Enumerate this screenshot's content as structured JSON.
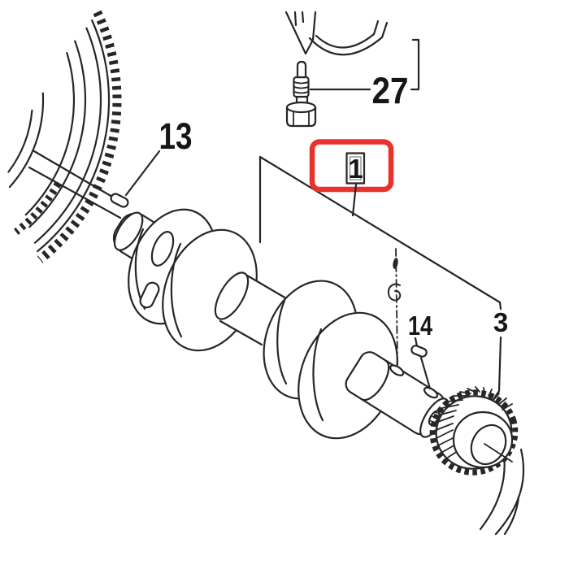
{
  "page": {
    "background": "#ffffff",
    "kind": "engine-parts-catalog-diagram",
    "subject": "Crankshaft assembly exploded line drawing with numbered callouts"
  },
  "diagram": {
    "ink_color": "#262626",
    "callouts": {
      "crankshaft": {
        "label": "1",
        "highlighted": true,
        "points_to": "crankshaft assembly"
      },
      "flywheel_key": {
        "label": "13",
        "points_to": "key at flywheel end of crankshaft"
      },
      "rod_bolt": {
        "label": "27",
        "points_to": "connecting rod bolt"
      },
      "gear_key": {
        "label": "14",
        "points_to": "woodruff key on crankshaft nose"
      },
      "crank_gear": {
        "label": "3",
        "points_to": "crankshaft timing gear"
      }
    },
    "highlight": {
      "box_color": "#e8322a",
      "style": "rounded-rectangle"
    },
    "badge": {
      "border_color": "#1b1b1b",
      "inner_ring_color": "#84927f",
      "fill": "#ffffff"
    }
  }
}
